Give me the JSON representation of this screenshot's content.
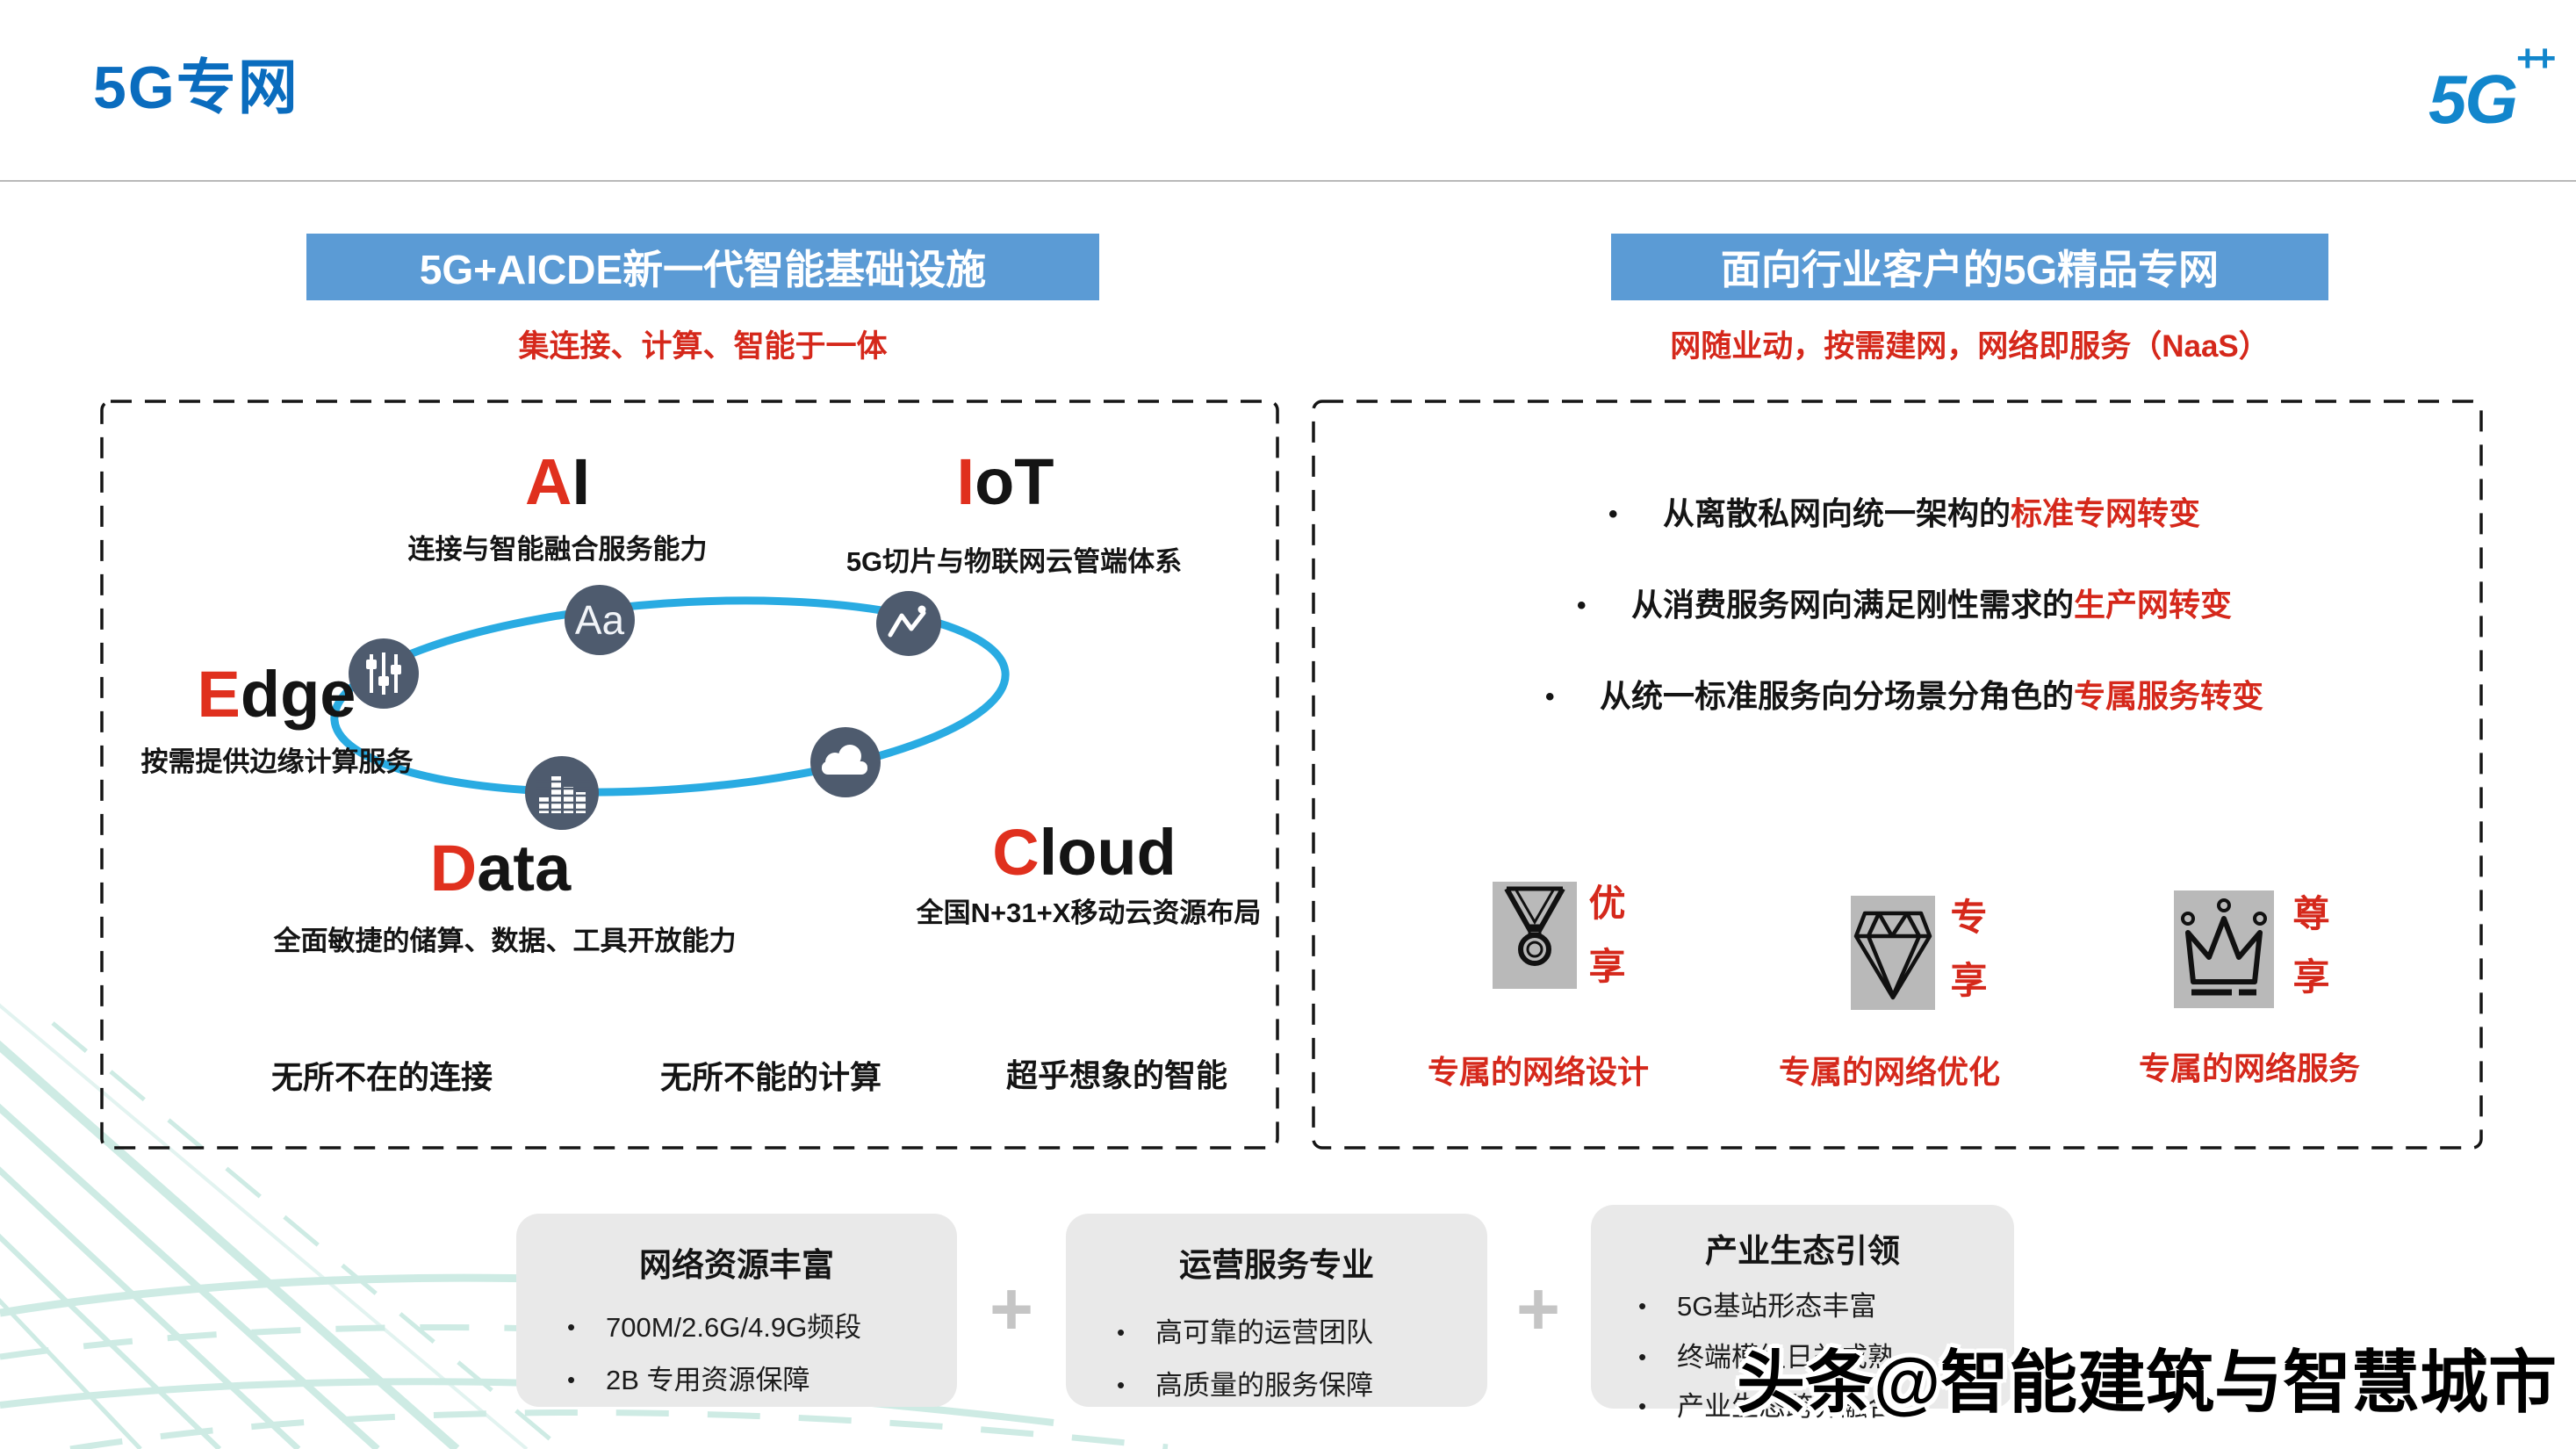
{
  "page": {
    "title": "5G专网",
    "logo_text": "5G",
    "logo_plus": "++",
    "watermark": "头条@智能建筑与智慧城市",
    "bullet_char": "•",
    "plus_char": "+"
  },
  "colors": {
    "title_blue": "#0a6cbe",
    "banner_blue": "#5b9bd5",
    "accent_red": "#d5281b",
    "node_circle_slate": "#4e5b6e",
    "ring_blue": "#29abe2",
    "card_gray": "#e9e9e9",
    "icon_box_gray": "#b9b9b9",
    "decor_teal": "#c9e9e2"
  },
  "left_panel": {
    "banner": "5G+AICDE新一代智能基础设施",
    "subtitle": "集连接、计算、智能于一体",
    "nodes": {
      "ai": {
        "lead": "A",
        "rest": "I",
        "desc": "连接与智能融合服务能力"
      },
      "iot": {
        "lead": "I",
        "rest": "oT",
        "desc": "5G切片与物联网云管端体系"
      },
      "edge": {
        "lead": "E",
        "rest": "dge",
        "desc": "按需提供边缘计算服务"
      },
      "data": {
        "lead": "D",
        "rest": "ata",
        "desc": "全面敏捷的储算、数据、工具开放能力"
      },
      "cloud": {
        "lead": "C",
        "rest": "loud",
        "desc": "全国N+31+X移动云资源布局"
      }
    },
    "aa_glyph": "Aa",
    "footer": [
      "无所不在的连接",
      "无所不能的计算",
      "超乎想象的智能"
    ]
  },
  "right_panel": {
    "banner": "面向行业客户的5G精品专网",
    "subtitle": "网随业动，按需建网，网络即服务（NaaS）",
    "bullets": [
      {
        "plain": "从离散私网向统一架构的",
        "highlight": "标准专网转变"
      },
      {
        "plain": "从消费服务网向满足刚性需求的",
        "highlight": "生产网转变"
      },
      {
        "plain": "从统一标准服务向分场景分角色的",
        "highlight": "专属服务转变"
      }
    ],
    "tiers": [
      {
        "tag": "优享",
        "label": "专属的网络设计"
      },
      {
        "tag": "专享",
        "label": "专属的网络优化"
      },
      {
        "tag": "尊享",
        "label": "专属的网络服务"
      }
    ]
  },
  "bottom_cards": [
    {
      "title": "网络资源丰富",
      "items": [
        "700M/2.6G/4.9G频段",
        "2B 专用资源保障"
      ]
    },
    {
      "title": "运营服务专业",
      "items": [
        "高可靠的运营团队",
        "高质量的服务保障"
      ]
    },
    {
      "title": "产业生态引领",
      "items": [
        "5G基站形态丰富",
        "终端模组日益成熟",
        "产业生态跨界融合"
      ]
    }
  ]
}
